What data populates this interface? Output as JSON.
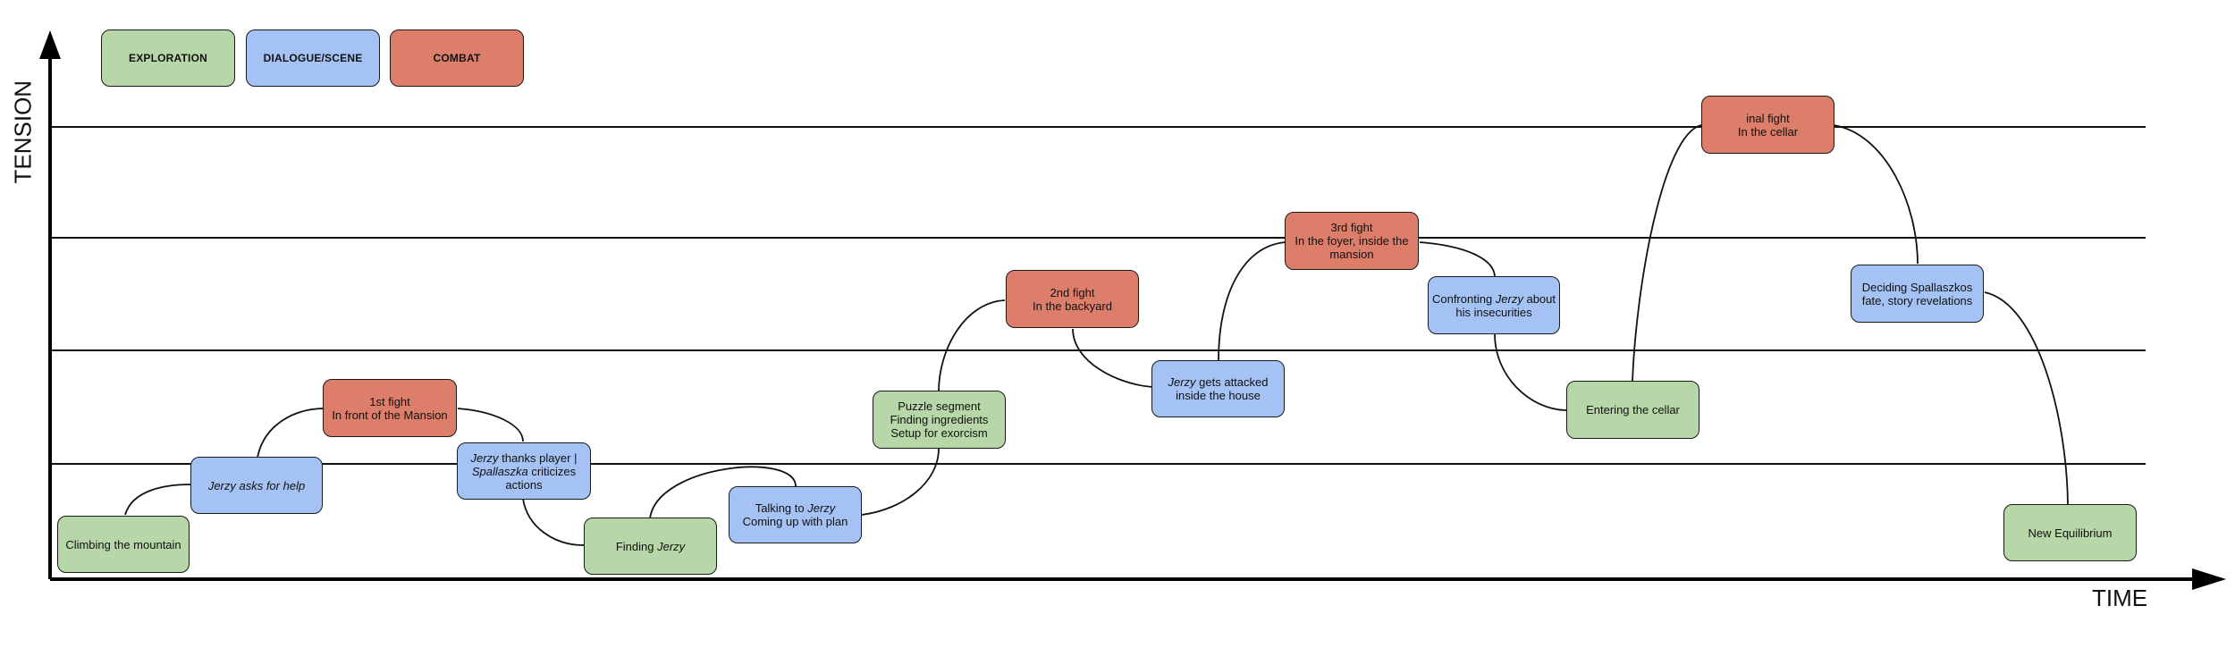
{
  "legend": {
    "exploration": "EXPLORATION",
    "dialogue": "DIALOGUE/SCENE",
    "combat": "COMBAT"
  },
  "axes": {
    "y_label": "TENSION",
    "x_label": "TIME"
  },
  "colors": {
    "exploration": "#b7d7a8",
    "dialogue": "#a4c2f4",
    "combat": "#dd7e6b"
  },
  "nodes": {
    "climbing": {
      "lines": [
        "Climbing the mountain"
      ]
    },
    "asks_help": {
      "lines": [
        "Jerzy asks for help"
      ]
    },
    "fight1": {
      "lines": [
        "1st fight",
        "In front of the Mansion"
      ]
    },
    "thanks": {
      "lines": [
        "Jerzy thanks player |",
        "Spallaszka criticizes",
        "actions"
      ]
    },
    "finding": {
      "lines": [
        "Finding Jerzy"
      ]
    },
    "talking": {
      "lines": [
        "Talking to Jerzy",
        "Coming up with plan"
      ]
    },
    "puzzle": {
      "lines": [
        "Puzzle segment",
        "Finding ingredients",
        "Setup for exorcism"
      ]
    },
    "fight2": {
      "lines": [
        "2nd fight",
        "In the backyard"
      ]
    },
    "attacked": {
      "lines": [
        "Jerzy gets attacked",
        "inside the house"
      ]
    },
    "fight3": {
      "lines": [
        "3rd fight",
        "In the foyer, inside the",
        "mansion"
      ]
    },
    "confronting": {
      "lines": [
        "Confronting Jerzy about",
        "his insecurities"
      ]
    },
    "cellar": {
      "lines": [
        "Entering the cellar"
      ]
    },
    "final": {
      "lines": [
        "inal fight",
        "In the cellar"
      ]
    },
    "deciding": {
      "lines": [
        "Deciding Spallaszkos",
        "fate, story revelations"
      ]
    },
    "equilibrium": {
      "lines": [
        "New Equilibrium"
      ]
    }
  }
}
